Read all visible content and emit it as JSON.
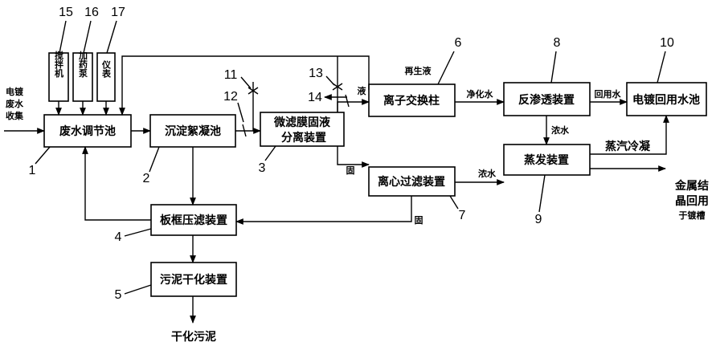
{
  "boxes": {
    "tank": "废水调节池",
    "sediment": "沉淀絮凝池",
    "membrane_line1": "微滤膜固液",
    "membrane_line2": "分离装置",
    "ion": "离子交换柱",
    "centrifuge": "离心过滤装置",
    "ro": "反渗透装置",
    "evaporator": "蒸发装置",
    "pool": "电镀回用水池",
    "filterpress": "板框压滤装置",
    "dryer": "污泥干化装置",
    "mixer": "搅拌机",
    "dosing": "加药泵",
    "meter": "仪表"
  },
  "labels": {
    "inflow": [
      "电镀",
      "废水",
      "收集"
    ],
    "regen": "再生液",
    "liquid": "液",
    "solid_from_membrane": "固",
    "solid_from_centrifuge": "固",
    "purified_water": "净化水",
    "recycled_water": "回用水",
    "concentrate": "浓水",
    "concentrate_to_evap": "浓水",
    "steam": "蒸汽冷凝",
    "metal": [
      "金属结",
      "晶回用",
      "于镀槽"
    ],
    "dried_sludge": "干化污泥"
  },
  "numbers": {
    "n1": "1",
    "n2": "2",
    "n3": "3",
    "n4": "4",
    "n5": "5",
    "n6": "6",
    "n7": "7",
    "n8": "8",
    "n9": "9",
    "n10": "10",
    "n11": "11",
    "n12": "12",
    "n13": "13",
    "n14": "14",
    "n15": "15",
    "n16": "16",
    "n17": "17"
  }
}
